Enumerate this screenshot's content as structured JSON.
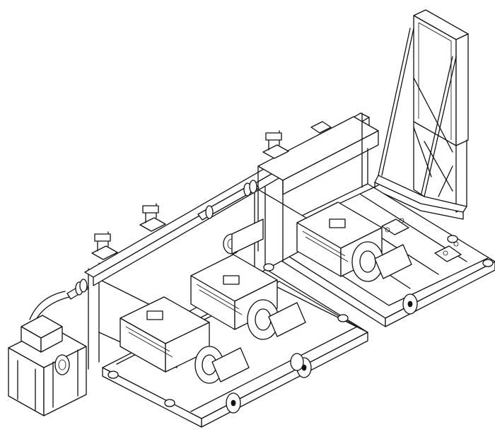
{
  "drawing": {
    "view": "isometric",
    "style": "black-and-white line drawing",
    "components": [
      "control-cabinet",
      "cabinet-support-frame",
      "main-base-frame",
      "right-base-frame",
      "overhead-beam",
      "drive-shaft",
      "motor-left",
      "motor-middle",
      "motor-right",
      "gearbox-left",
      "gearbox-middle",
      "gearbox-right",
      "side-stand",
      "top-fixtures"
    ]
  }
}
